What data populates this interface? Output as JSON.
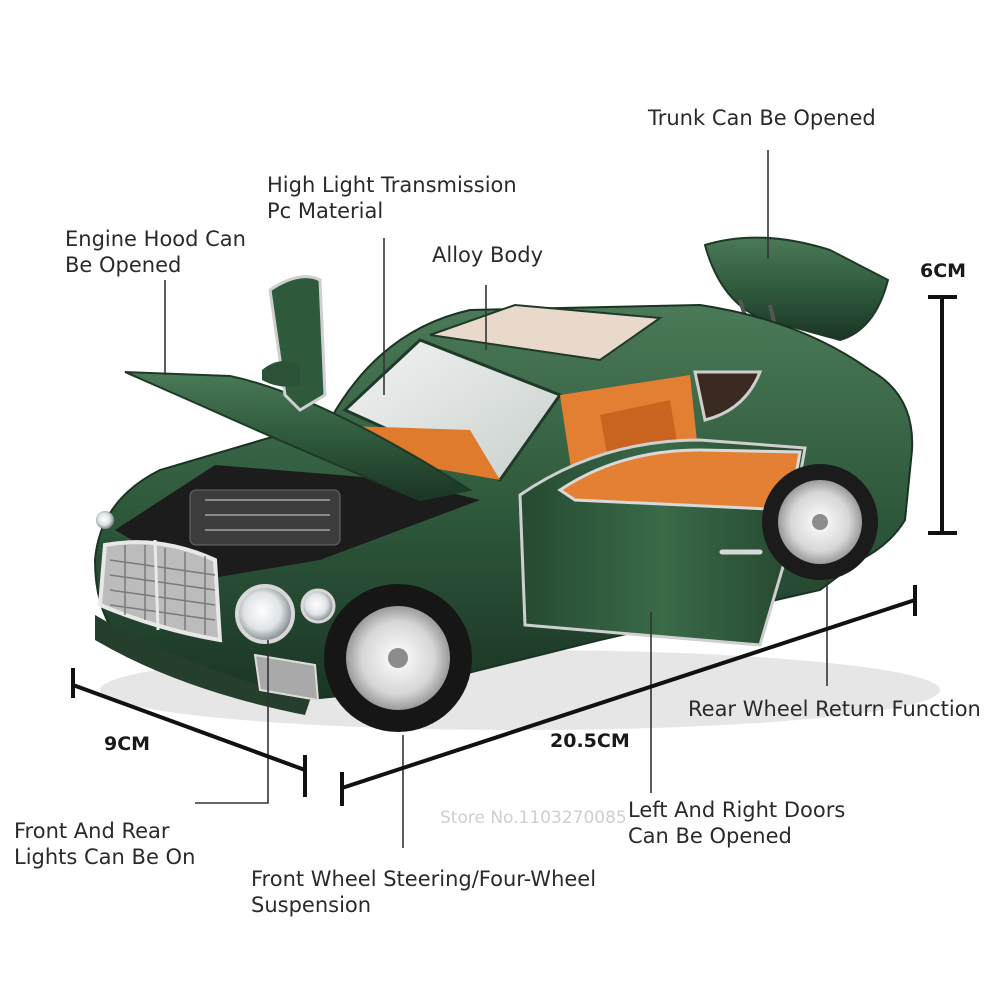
{
  "callouts": {
    "trunk": "Trunk Can Be Opened",
    "pc_line1": "High Light Transmission",
    "pc_line2": "Pc Material",
    "hood_line1": "Engine Hood Can",
    "hood_line2": "Be Opened",
    "alloy": "Alloy Body",
    "rear_wheel": "Rear Wheel Return Function",
    "doors_line1": "Left And Right Doors",
    "doors_line2": "Can Be Opened",
    "lights_line1": "Front And Rear",
    "lights_line2": "Lights Can Be On",
    "steering_line1": "Front Wheel Steering/Four-Wheel",
    "steering_line2": "Suspension"
  },
  "dimensions": {
    "height": "6CM",
    "width": "9CM",
    "length": "20.5CM"
  },
  "watermark": "Store No.1103270085",
  "colors": {
    "body_green": "#2f5a3c",
    "interior_orange": "#e07a2c"
  }
}
